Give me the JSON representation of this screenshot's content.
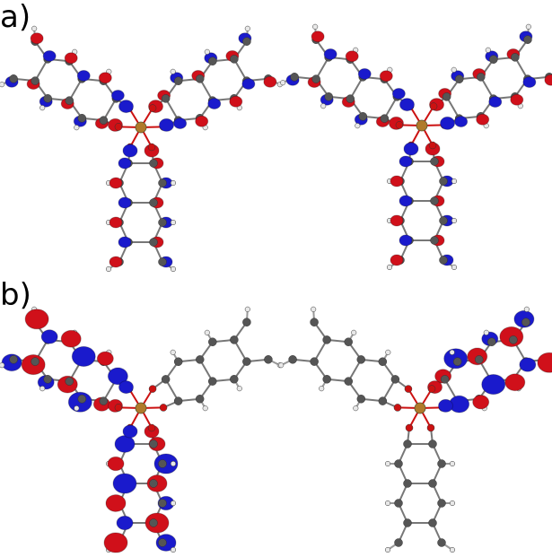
{
  "figure": {
    "panels": [
      {
        "label": "a)",
        "orbitals": [
          {
            "name": "a-left",
            "lobes_on": [
              "upper-left",
              "upper-right",
              "bottom"
            ]
          },
          {
            "name": "a-right",
            "lobes_on": [
              "upper-left",
              "upper-right",
              "bottom"
            ]
          }
        ]
      },
      {
        "label": "b)",
        "orbitals": [
          {
            "name": "b-left",
            "lobes_on": [
              "upper-left",
              "bottom"
            ]
          },
          {
            "name": "b-right",
            "lobes_on": [
              "upper-right"
            ]
          }
        ]
      }
    ],
    "colors": {
      "positive": "#d0101a",
      "negative": "#1a1acc",
      "carbon": "#555555",
      "hydrogen": "#e8e8e8",
      "oxygen": "#cc1111",
      "metal": "#b07a2a",
      "bond": "#777777"
    }
  }
}
